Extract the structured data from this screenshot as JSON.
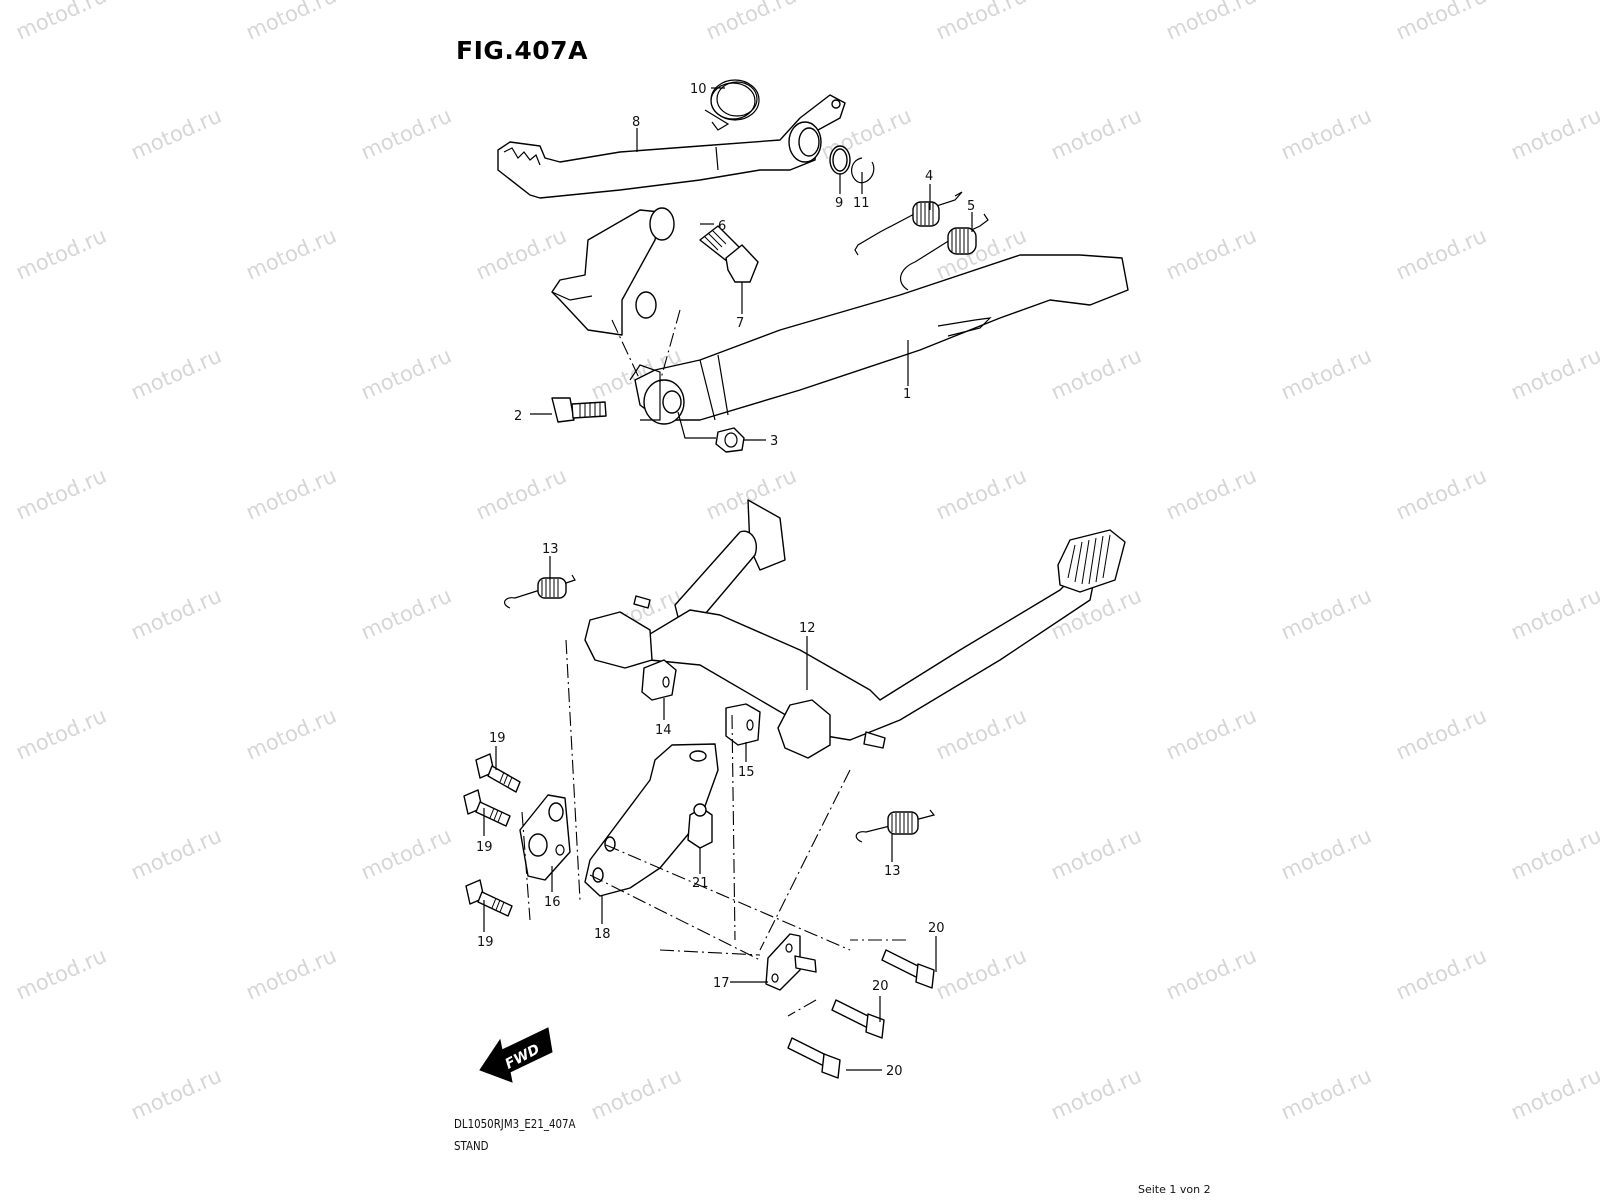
{
  "figure": {
    "title": "FIG.407A",
    "model_code": "DL1050RJM3_E21_407A",
    "section_name": "STAND",
    "page_indicator": "Seite 1 von 2",
    "watermark_text": "motod.ru",
    "orientation_arrow_label": "FWD"
  },
  "callouts": [
    {
      "id": "c1",
      "label": "1"
    },
    {
      "id": "c2",
      "label": "2"
    },
    {
      "id": "c3",
      "label": "3"
    },
    {
      "id": "c4",
      "label": "4"
    },
    {
      "id": "c5",
      "label": "5"
    },
    {
      "id": "c6",
      "label": "6"
    },
    {
      "id": "c7",
      "label": "7"
    },
    {
      "id": "c8",
      "label": "8"
    },
    {
      "id": "c9",
      "label": "9"
    },
    {
      "id": "c10",
      "label": "10"
    },
    {
      "id": "c11",
      "label": "11"
    },
    {
      "id": "c12",
      "label": "12"
    },
    {
      "id": "c13a",
      "label": "13"
    },
    {
      "id": "c13b",
      "label": "13"
    },
    {
      "id": "c14",
      "label": "14"
    },
    {
      "id": "c15",
      "label": "15"
    },
    {
      "id": "c16",
      "label": "16"
    },
    {
      "id": "c17",
      "label": "17"
    },
    {
      "id": "c18",
      "label": "18"
    },
    {
      "id": "c19a",
      "label": "19"
    },
    {
      "id": "c19b",
      "label": "19"
    },
    {
      "id": "c19c",
      "label": "19"
    },
    {
      "id": "c20a",
      "label": "20"
    },
    {
      "id": "c20b",
      "label": "20"
    },
    {
      "id": "c20c",
      "label": "20"
    },
    {
      "id": "c21",
      "label": "21"
    }
  ],
  "colors": {
    "line": "#000000",
    "background": "#ffffff",
    "watermark": "#d6d6d6"
  }
}
